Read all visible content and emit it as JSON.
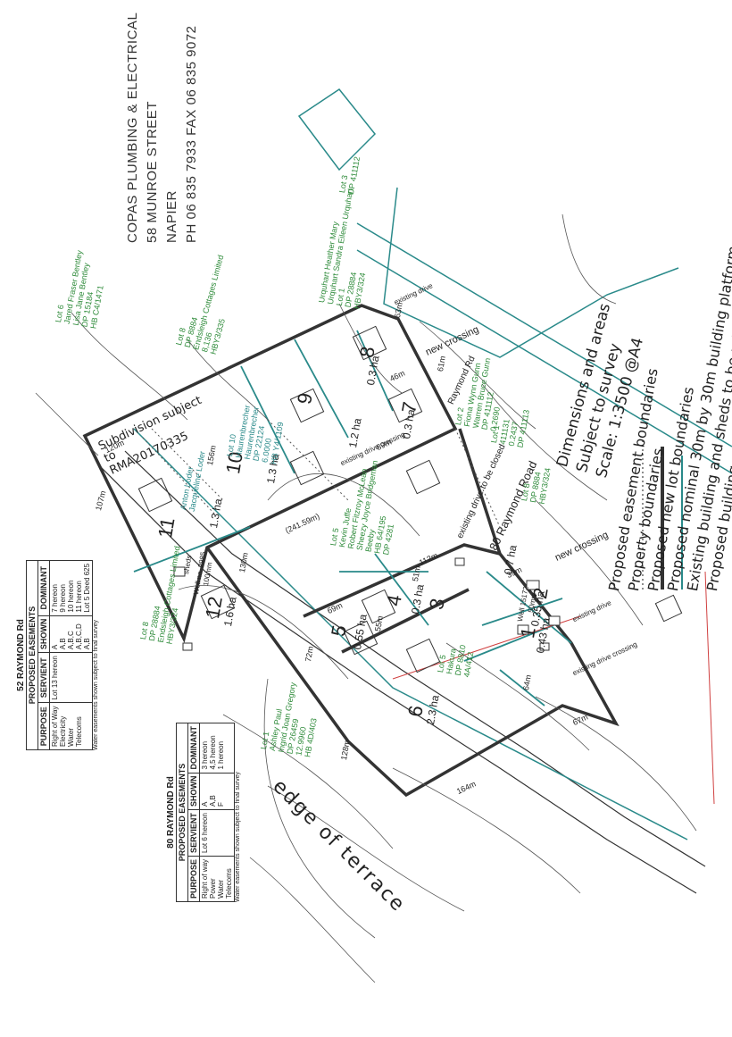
{
  "header": {
    "company": "COPAS PLUMBING & ELECTRICAL",
    "street": "58 MUNROE STREET",
    "city": "NAPIER",
    "phone": "PH 06 835 7933  FAX 06 835 9072"
  },
  "notes": {
    "line1": "Dimensions and areas",
    "line2": "Subject to survey",
    "line3": "Scale: 1:3500 @A4"
  },
  "legend": {
    "items": [
      {
        "label": "Proposed easement boundaries",
        "style": "dotted",
        "color": "#444444"
      },
      {
        "label": "Property boundaries",
        "style": "thick",
        "color": "#333333"
      },
      {
        "label": "Proposed new lot boundaries",
        "style": "teal",
        "color": "#2a8a8a"
      },
      {
        "label": "Proposed nominal 30m by 30m building platform",
        "style": "square",
        "color": "#333333"
      },
      {
        "label": "Existing building and sheds to be retained",
        "style": "building",
        "color": "#333333"
      },
      {
        "label": "Proposed building restriction line",
        "style": "red",
        "color": "#d04040"
      }
    ]
  },
  "lots": [
    {
      "no": "1",
      "area": "0.43 ha"
    },
    {
      "no": "2",
      "area": "0.35 ha"
    },
    {
      "no": "3",
      "area": "0.7 ha"
    },
    {
      "no": "4",
      "area": "0.3 ha"
    },
    {
      "no": "5",
      "area": "0.55 ha"
    },
    {
      "no": "6",
      "area": "2.3 ha"
    },
    {
      "no": "7",
      "area": "0.3 ha"
    },
    {
      "no": "8",
      "area": "0.3 ha"
    },
    {
      "no": "9",
      "area": "1.2 ha"
    },
    {
      "no": "10",
      "area": "1.3 ha"
    },
    {
      "no": "11",
      "area": "1.3 ha"
    },
    {
      "no": "12",
      "area": "1.6 ha"
    }
  ],
  "labels": {
    "subdivision": "Subdivision subject",
    "subdivision2": "to",
    "subdivision3": "RMA20170335",
    "existing_drive": "existing drive",
    "new_crossing": "new crossing",
    "existing_drive_crossing": "existing drive crossing",
    "raymond_rd": "80 Raymond Road",
    "raymond_rd2": "Raymond Rd",
    "to_be_closed": "existing drive to be closed",
    "edge_terrace": "edge of terrace",
    "well1": "Well no. 2985",
    "well1b": "100mm",
    "well2": "Well 15172",
    "well2b": "50mm",
    "sheds": "sheds",
    "lot5_label": "Lot 5",
    "lot5_owner": "Hakura",
    "lot5_dp": "DP 8810",
    "lot5_ct": "4A/412",
    "lot3_dp": "DP 411112",
    "lot3_label": "Lot 3"
  },
  "owners": {
    "o1": [
      "Lot 6",
      "Jared Fraser Bentley",
      "Lisa Jane Bentley",
      "DP 15184",
      "HB C4/1471"
    ],
    "o2": [
      "Lot 8",
      "DP 8884",
      "Endsleigh Cottages Limited",
      "8,136",
      "HBY3/335"
    ],
    "o3": [
      "Urquhart Heather Mary",
      "Urquhart Sandra Eileen Urquhart",
      "Lot 1",
      "DP 28884",
      "HBY3/324"
    ],
    "o4": [
      "Lot 10",
      "Haurenbrecher",
      "Haurenbrecher",
      "DP 22124",
      "6.0000",
      "HB Y4/1109"
    ],
    "o5": [
      "Anton Loder",
      "Jacqueline Loder"
    ],
    "o6": [
      "Lot 5",
      "Kevin Juffe",
      "Robert Fitzroy McLean",
      "Sheezy Joyce Bridgeman",
      "Beeby",
      "HB 64/195",
      "DP 4281"
    ],
    "o7": [
      "Lot 2",
      "Fiona Wynn Gunn",
      "Warren Bruce Gunn",
      "DP 411112",
      "0.2690"
    ],
    "o8": [
      "Lot 1",
      "Lot 4",
      "411131",
      "0.2437",
      "DP 411113"
    ],
    "o9": [
      "Lot 8",
      "DP 28884",
      "Endsleigh Cottages Limited",
      "HBY3/324"
    ],
    "o10": [
      "Lot 1",
      "Ashley Paul",
      "Ingrid Joan Gregory",
      "DP 26459",
      "12.9960",
      "HB 4D/403"
    ],
    "o11": [
      "Lot 8",
      "DP 8884",
      "HBY3/324"
    ]
  },
  "dimensions": [
    "120m",
    "156m",
    "107m",
    "130m",
    "100m",
    "112m",
    "89m",
    "80m",
    "61m",
    "46m",
    "63m",
    "39m",
    "64m",
    "67m",
    "164m",
    "128m",
    "69m",
    "72m",
    "55m",
    "51m",
    "(241.59m)",
    "14m"
  ],
  "easement_52": {
    "title": "52 RAYMOND Rd",
    "subtitle": "PROPOSED EASEMENTS",
    "headers": [
      "PURPOSE",
      "SERVIENT",
      "SHOWN",
      "DOMINANT"
    ],
    "purpose": [
      "Right of Way",
      "Electricity",
      "Water",
      "Telecoms"
    ],
    "servient": "Lot 13 hereon",
    "shown": [
      "A",
      "A,B",
      "A,B,C",
      "A,B,C,D",
      "A,B"
    ],
    "dominant": [
      "7 hereon",
      "9 hereon",
      "10 hereon",
      "11 hereon",
      "Lot 5 Deed 625"
    ],
    "note": "Water easements shown subject to final survey"
  },
  "easement_80": {
    "title": "80 RAYMOND Rd",
    "subtitle": "PROPOSED EASEMENTS",
    "headers": [
      "PURPOSE",
      "SERVIENT",
      "SHOWN",
      "DOMINANT"
    ],
    "purpose": [
      "Right of way",
      "Power",
      "Water",
      "Telecoms"
    ],
    "servient": "Lot 6 hereon",
    "shown": [
      "A",
      "A,B",
      "F"
    ],
    "dominant": [
      "3 hereon",
      "4,5 hereon",
      "1 hereon"
    ],
    "note": "Water easements shown subject to final survey"
  }
}
